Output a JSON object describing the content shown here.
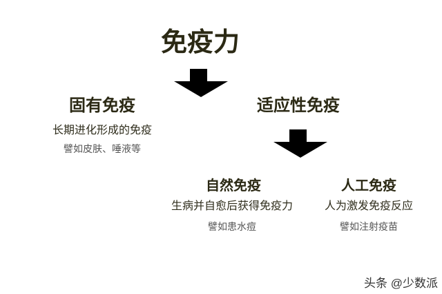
{
  "title": "免疫力",
  "innate": {
    "title": "固有免疫",
    "desc": "长期进化形成的免疫",
    "example": "譬如皮肤、唾液等"
  },
  "adaptive": {
    "title": "适应性免疫"
  },
  "natural": {
    "title": "自然免疫",
    "desc": "生病并自愈后获得免疫力",
    "example": "譬如患水痘"
  },
  "artificial": {
    "title": "人工免疫",
    "desc": "人为激发免疫反应",
    "example": "譬如注射疫苗"
  },
  "watermark": "头条 @少数派",
  "colors": {
    "text": "#2b2914",
    "arrow": "#000000",
    "background": "#ffffff"
  }
}
